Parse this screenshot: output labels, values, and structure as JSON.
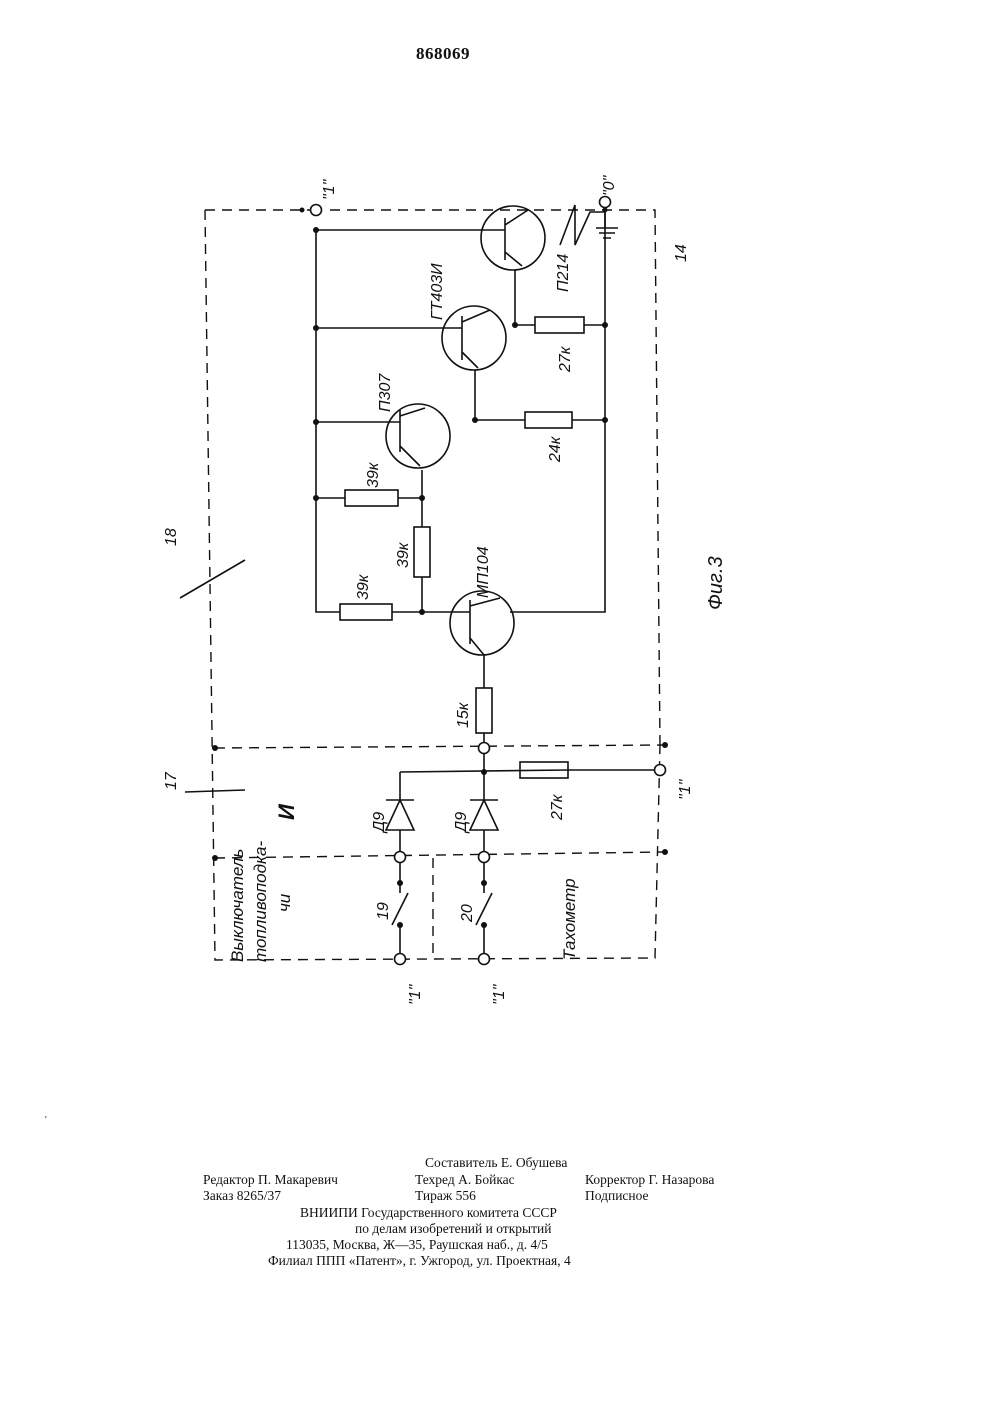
{
  "document": {
    "patent_number": "868069",
    "figure_caption": "Фиг.3",
    "labels": {
      "block_14": "14",
      "block_17": "17",
      "block_18": "18",
      "and_gate": "И",
      "terminal_one": "\"1\"",
      "terminal_zero": "\"0\"",
      "switch_19": "19",
      "switch_20": "20",
      "fuel_pump_switch_line1": "Выключатель",
      "fuel_pump_switch_line2": "топливоподка-",
      "fuel_pump_switch_line3": "чи",
      "tachometer": "Тахометр"
    },
    "components": {
      "t1": "П214",
      "t2": "ГТ403И",
      "t3": "П307",
      "t4": "МП104",
      "r_27k_top": "27к",
      "r_24k": "24к",
      "r_39k_a": "39к",
      "r_39k_b": "39к",
      "r_39k_c": "39к",
      "r_15k": "15к",
      "r_27k_bottom": "27к",
      "d1": "Д9",
      "d2": "Д9"
    }
  },
  "footer": {
    "compiler": "Составитель Е. Обушева",
    "editor": "Редактор П. Макаревич",
    "techred": "Техред А. Бойкас",
    "corrector": "Корректор Г. Назарова",
    "order": "Заказ 8265/37",
    "circulation": "Тираж 556",
    "subscription": "Подписное",
    "org": "ВНИИПИ  Государственного  комитета  СССР",
    "org_sub": "по  делам  изобретений  и  открытий",
    "address": "113035,  Москва,  Ж—35,  Раушская  наб.,  д.  4/5",
    "branch": "Филиал  ППП  «Патент»,  г.  Ужгород,  ул.  Проектная,  4"
  }
}
